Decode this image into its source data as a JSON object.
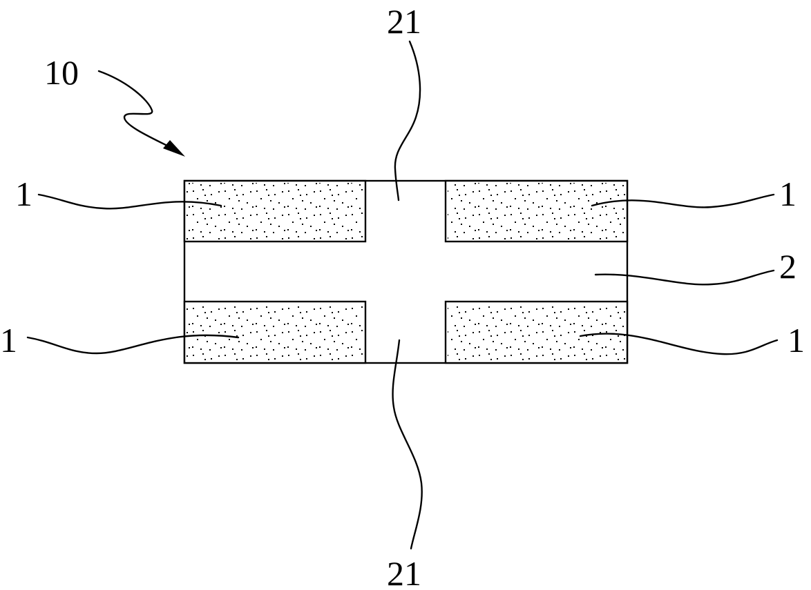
{
  "figure": {
    "assembly_label": "10",
    "pad_label": "1",
    "body_label": "2",
    "notch_label": "21"
  },
  "colors": {
    "line": "#000000",
    "background": "#ffffff"
  }
}
